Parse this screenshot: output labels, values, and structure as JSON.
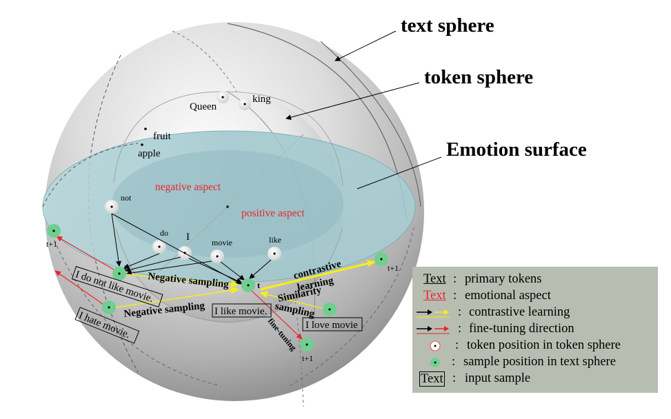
{
  "labels": {
    "text_sphere": "text sphere",
    "token_sphere": "token sphere",
    "emotion_surface": "Emotion surface",
    "negative_aspect": "negative aspect",
    "positive_aspect": "positive aspect"
  },
  "tokens": {
    "queen": "Queen",
    "king": "king",
    "fruit": "fruit",
    "apple": "apple",
    "not": "not",
    "do": "do",
    "i": "I",
    "movie": "movie",
    "like": "like"
  },
  "samples": {
    "t1": "t",
    "t2": "t",
    "tplus1_left": "t+1",
    "tplus1_right": "t+1",
    "tplus1_bottom": "t+1",
    "i_do_not_like_movie": "I do not like movie.",
    "i_hate_movie": "I hate movie.",
    "i_like_movie": "I like movie.",
    "i_love_movie": "I love movie"
  },
  "arrows": {
    "negative_sampling_1": "Negative sampling",
    "negative_sampling_2": "Negative sampling",
    "contrastive": "contrastive",
    "learning": "learning",
    "similarity": "Similarity",
    "sampling": "sampling",
    "fine_tuning": "fine-tuning"
  },
  "legend": {
    "primary_sym": "Text",
    "primary_desc": "primary tokens",
    "emotional_sym": "Text",
    "emotional_desc": "emotional aspect",
    "contrastive_desc": "contrastive learning",
    "finetune_desc": "fine-tuning direction",
    "token_pos_desc": "token position in token sphere",
    "sample_pos_desc": "sample position in text sphere",
    "input_sym": "Text",
    "input_desc": "input sample",
    "colon": ":"
  },
  "colors": {
    "sphere_light": "#f4f4f4",
    "sphere_dark": "#8a8a8a",
    "emotion_surface": "#a9cfd4",
    "sample_green": "#6fcf8f",
    "contrastive_yellow": "#f2ef1a",
    "fine_tuning_red": "#e8262b",
    "legend_bg": "#b8bdb2"
  }
}
